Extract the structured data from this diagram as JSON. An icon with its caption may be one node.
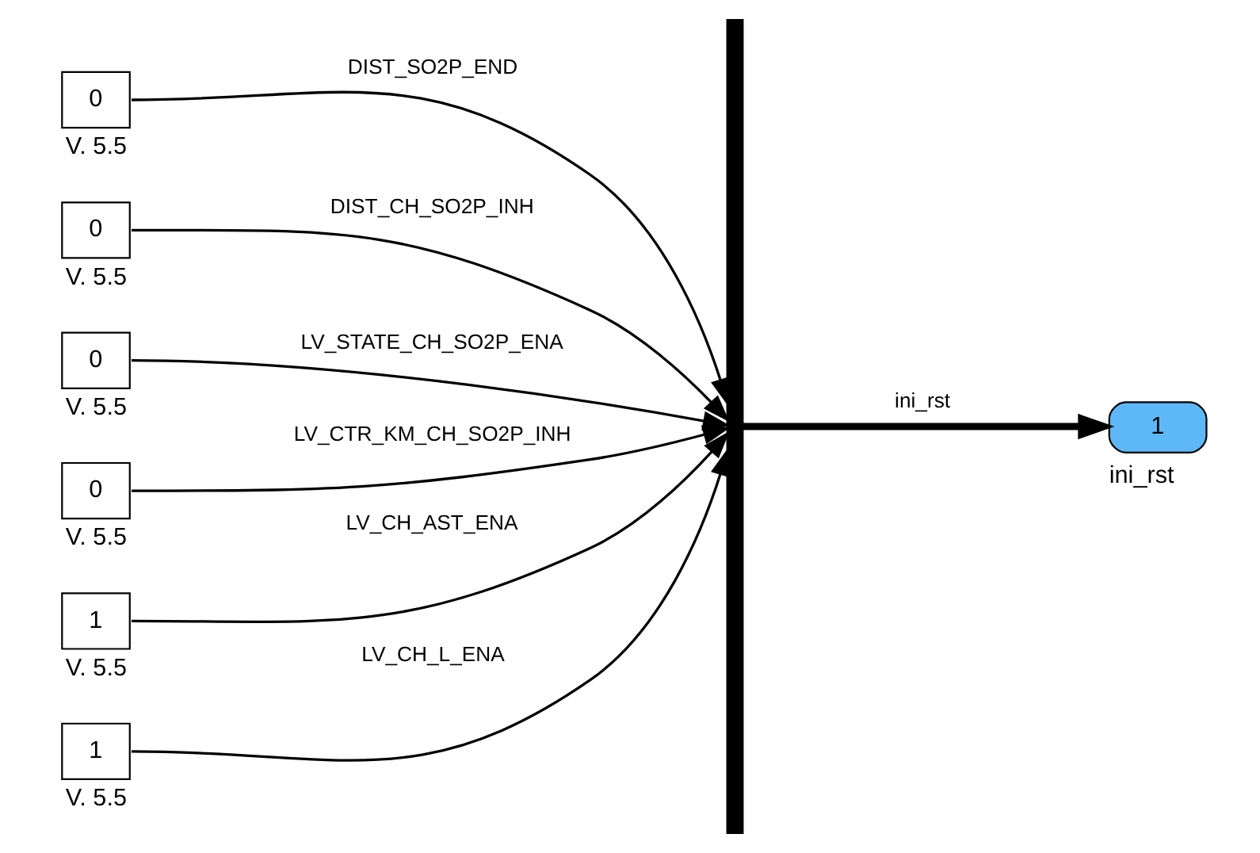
{
  "diagram": {
    "nodes": [
      {
        "text": [
          "0"
        ],
        "beside": [
          "V. 5.5"
        ]
      },
      {
        "text": [
          "0"
        ],
        "beside": [
          "V. 5.5"
        ]
      },
      {
        "text": [
          "0"
        ],
        "beside": [
          "V. 5.5"
        ]
      },
      {
        "text": [
          "0"
        ],
        "beside": [
          "V. 5.5"
        ]
      },
      {
        "text": [
          "1"
        ],
        "beside": [
          "V. 5.5"
        ]
      },
      {
        "text": [
          "1"
        ],
        "beside": [
          "V. 5.5"
        ]
      },
      {
        "text": [],
        "shape": "bar"
      },
      {
        "text": [
          "1"
        ],
        "beside": [
          "ini_rst"
        ]
      }
    ],
    "edges": [
      {
        "from": 0,
        "to": 6,
        "arrow": "to",
        "label": "DIST_SO2P_END"
      },
      {
        "from": 1,
        "to": 6,
        "arrow": "to",
        "label": "DIST_CH_SO2P_INH"
      },
      {
        "from": 2,
        "to": 6,
        "arrow": "to",
        "label": "LV_STATE_CH_SO2P_ENA"
      },
      {
        "from": 3,
        "to": 6,
        "arrow": "to",
        "label": "LV_CTR_KM_CH_SO2P_INH"
      },
      {
        "from": 4,
        "to": 6,
        "arrow": "to",
        "label": "LV_CH_AST_ENA"
      },
      {
        "from": 5,
        "to": 6,
        "arrow": "to",
        "label": "LV_CH_L_ENA"
      },
      {
        "from": 6,
        "to": 7,
        "arrow": "to",
        "label": "ini_rst",
        "style": "thick"
      }
    ]
  }
}
